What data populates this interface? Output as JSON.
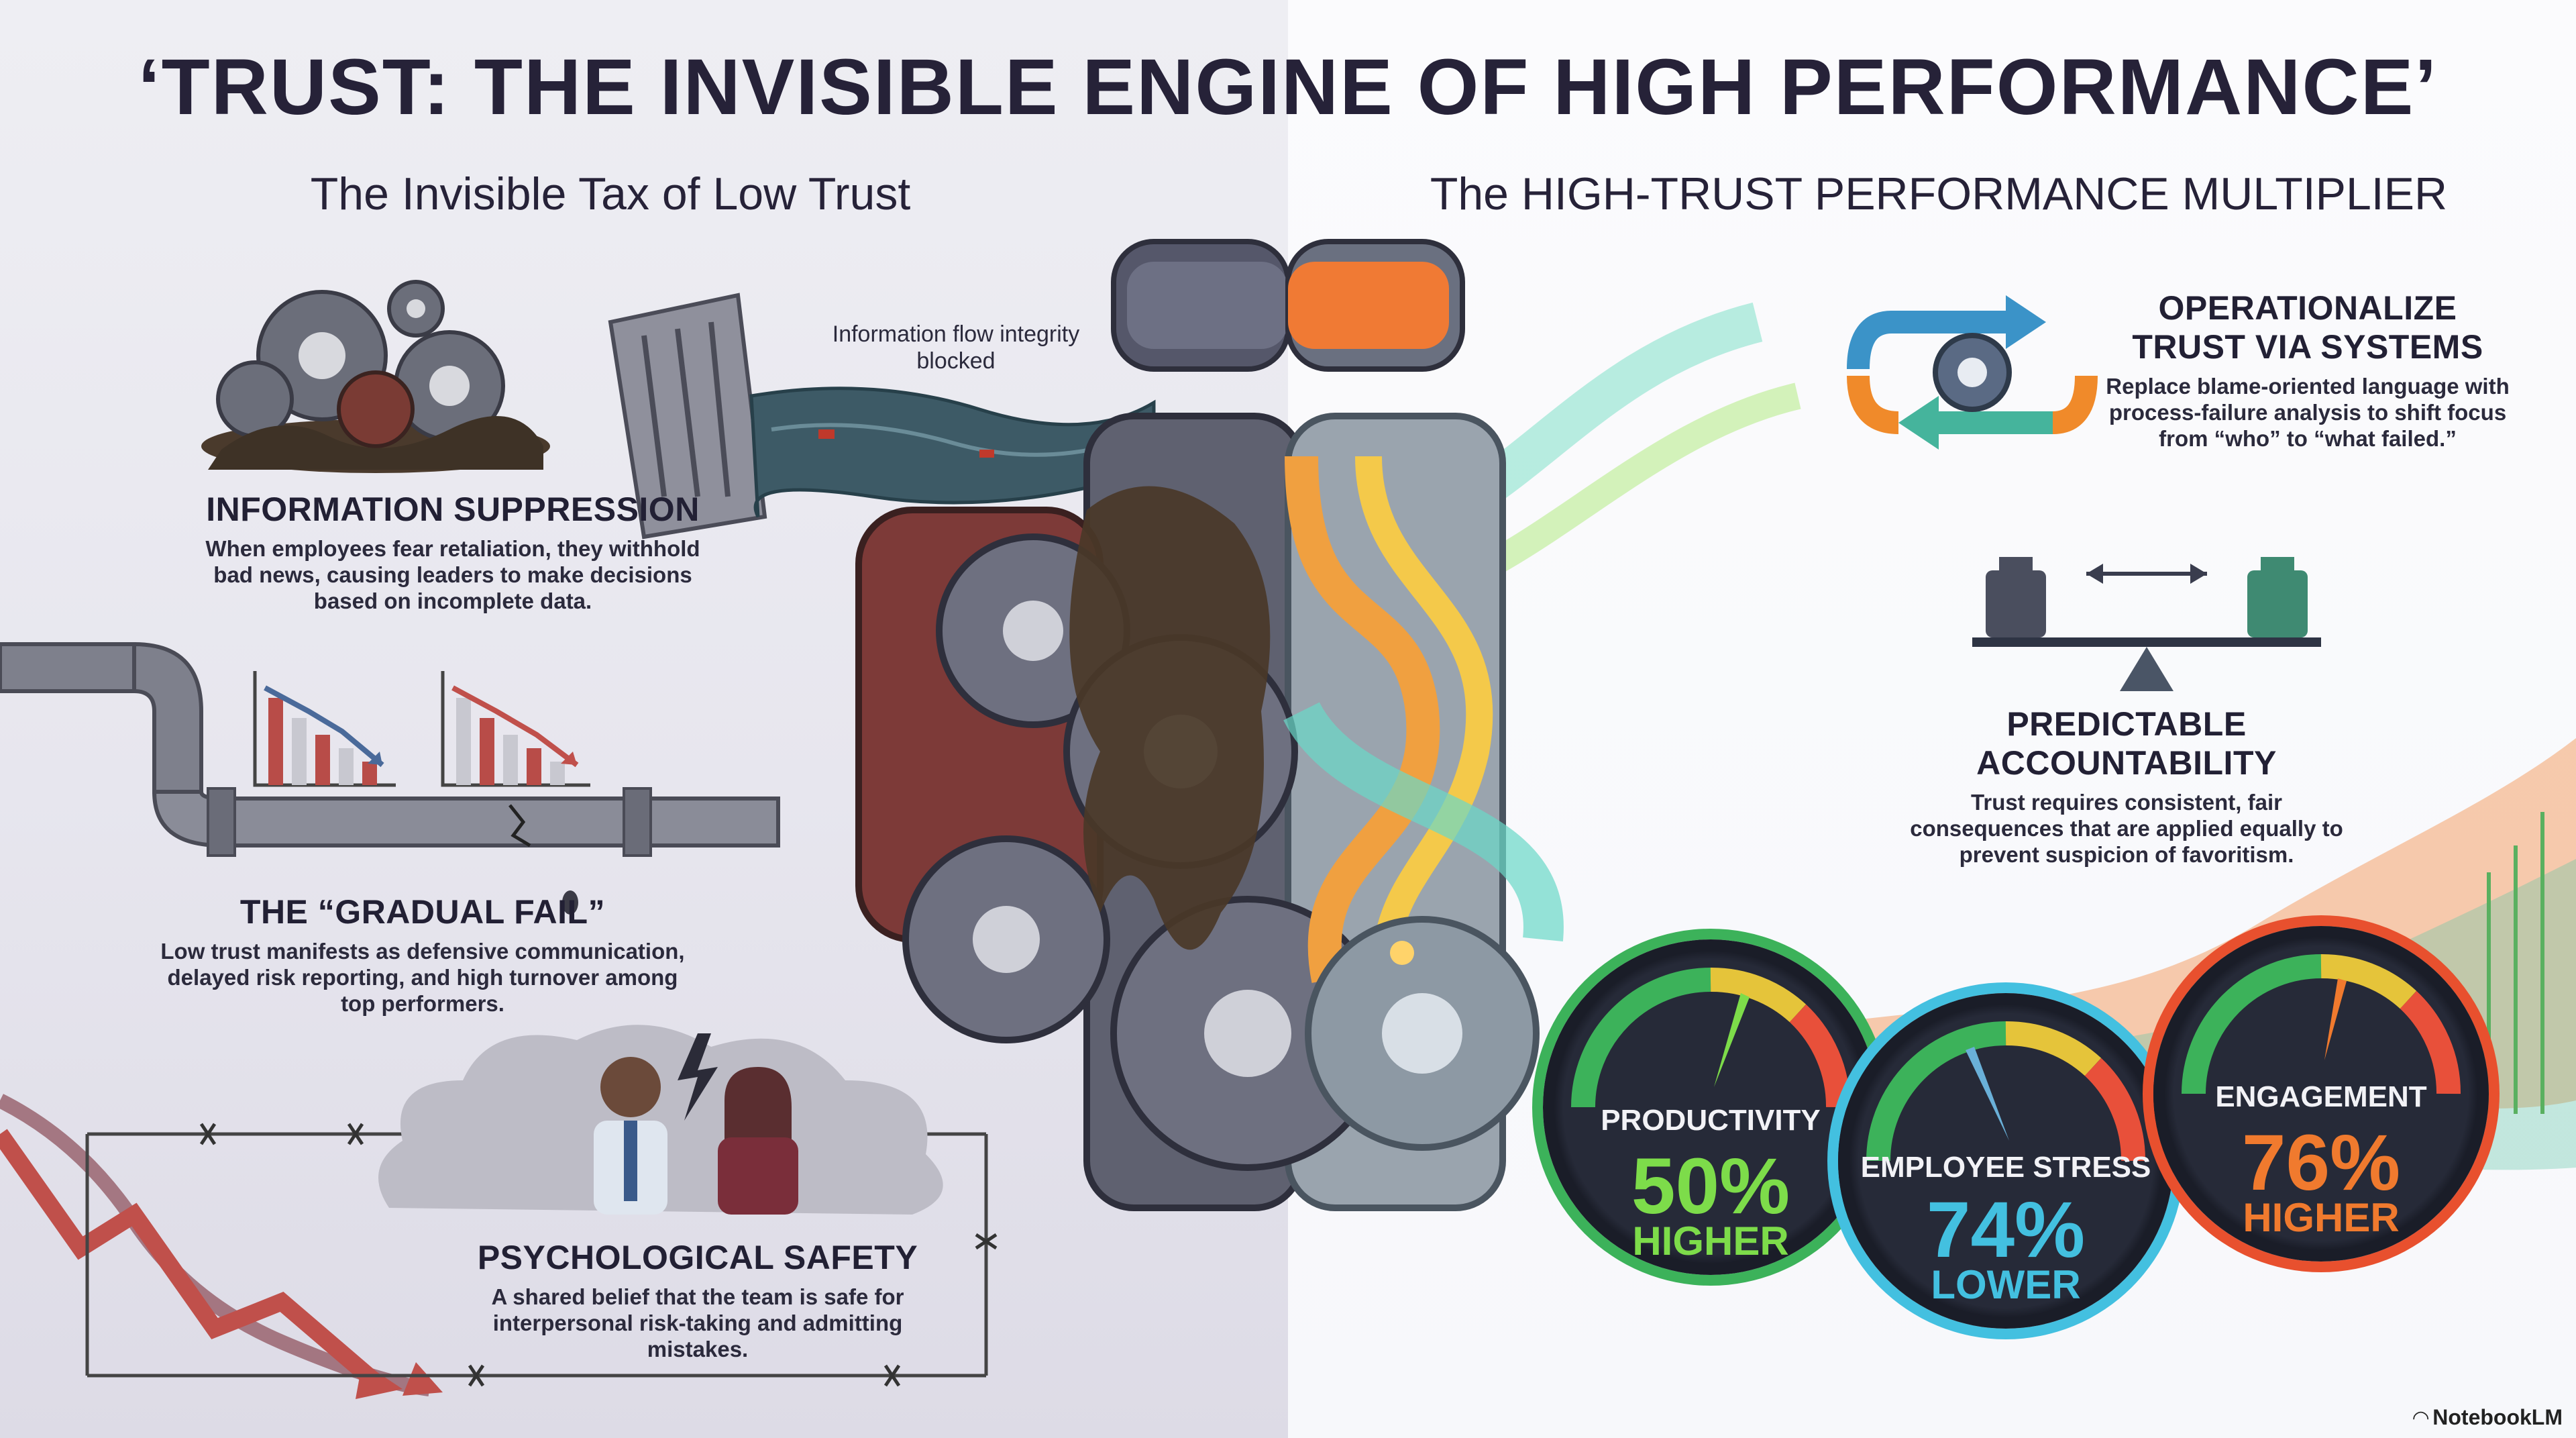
{
  "title": "‘TRUST: THE INVISIBLE ENGINE OF HIGH PERFORMANCE’",
  "left": {
    "heading": "The Invisible Tax of Low Trust",
    "dam_note": "Information flow integrity blocked",
    "info_suppression": {
      "title": "INFORMATION SUPPRESSION",
      "body": "When employees fear retaliation, they withhold bad news, causing leaders to make decisions based on incomplete data."
    },
    "gradual_fail": {
      "title": "THE “GRADUAL FAIL”",
      "body": "Low trust manifests as defensive communication, delayed risk reporting, and high turnover among top performers."
    },
    "psych_safety": {
      "title": "PSYCHOLOGICAL SAFETY",
      "body": "A shared belief that the team is safe for interpersonal risk-taking and admitting mistakes."
    }
  },
  "right": {
    "heading": "The HIGH-TRUST PERFORMANCE MULTIPLIER",
    "operationalize": {
      "title": "OPERATIONALIZE TRUST VIA SYSTEMS",
      "body": "Replace blame-oriented language with process-failure analysis to shift focus from “who” to “what failed.”"
    },
    "accountability": {
      "title": "PREDICTABLE ACCOUNTABILITY",
      "body": "Trust requires consistent, fair consequences that are applied equally to prevent suspicion of favoritism."
    },
    "gauges": [
      {
        "label": "PRODUCTIVITY",
        "value": "50%",
        "direction": "HIGHER",
        "color": "#7ddc4a"
      },
      {
        "label": "EMPLOYEE STRESS",
        "value": "74%",
        "direction": "LOWER",
        "color": "#43c0e0"
      },
      {
        "label": "ENGAGEMENT",
        "value": "76%",
        "direction": "HIGHER",
        "color": "#f07a2e"
      }
    ]
  },
  "brand": "NotebookLM",
  "colors": {
    "title_ink": "#262238",
    "low_trust_grey": "#6a6c78",
    "rust": "#8a3c36",
    "high_trust_orange": "#f08a2a",
    "high_trust_teal": "#3fb8b0"
  }
}
